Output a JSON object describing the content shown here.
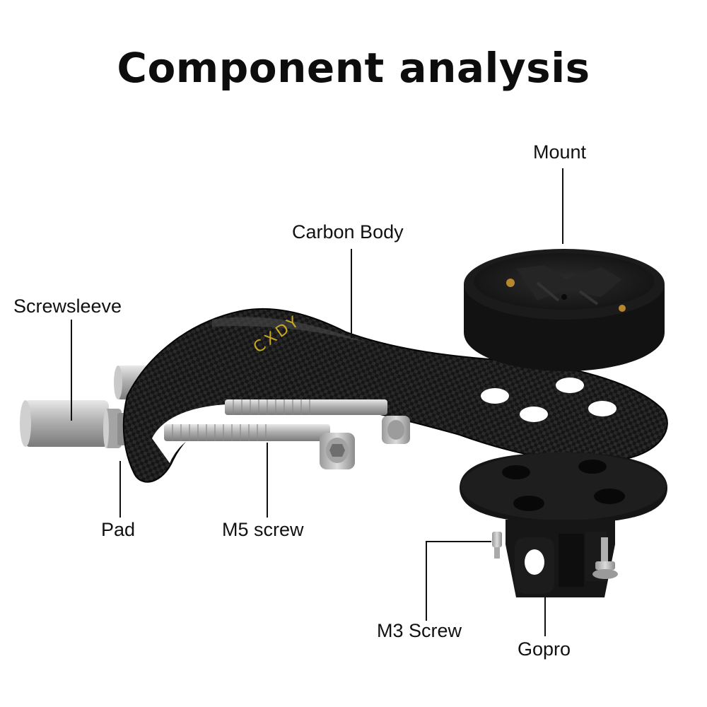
{
  "title": "Component analysis",
  "labels": {
    "mount": "Mount",
    "carbon_body": "Carbon Body",
    "screwsleeve": "Screwsleeve",
    "pad": "Pad",
    "m5_screw": "M5 screw",
    "m3_screw": "M3 Screw",
    "gopro": "Gopro"
  },
  "logo_text": "CXDY",
  "colors": {
    "carbon": "#141414",
    "logo": "#c9a820",
    "metal": "#b5b5b5",
    "leader": "#111111"
  }
}
